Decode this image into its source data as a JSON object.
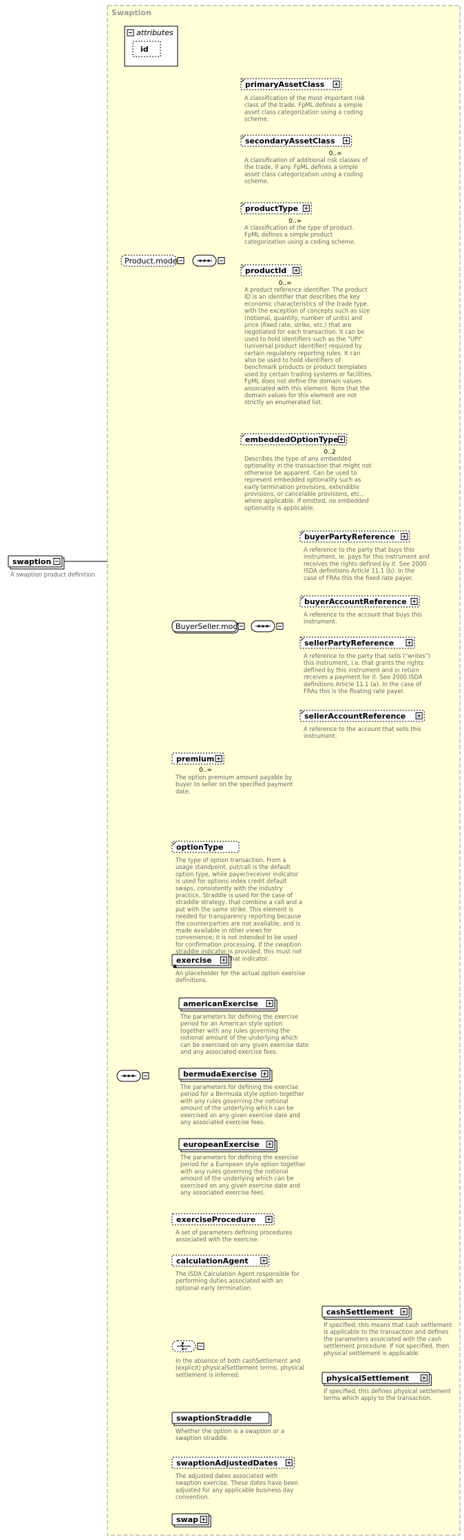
{
  "group_title": "Swaption",
  "root": {
    "name": "swaption",
    "doc": [
      "A swaption product definition."
    ]
  },
  "attributes": {
    "title": "attributes",
    "items": [
      "id"
    ]
  },
  "product_model": {
    "name": "Product.model",
    "elements": [
      {
        "name": "primaryAssetClass",
        "card": "",
        "doc": [
          "A classification of the most important risk",
          "class of the trade. FpML defines a simple",
          "asset class categorization using a coding",
          "scheme."
        ]
      },
      {
        "name": "secondaryAssetClass",
        "card": "0..∞",
        "doc": [
          "A classification of additional risk classes of",
          "the trade, if any. FpML defines a simple",
          "asset class categorization using a coding",
          "scheme."
        ]
      },
      {
        "name": "productType",
        "card": "0..∞",
        "doc": [
          "A classification of the type of product.",
          "FpML defines a simple product",
          "categorization using a coding scheme."
        ]
      },
      {
        "name": "productId",
        "card": "0..∞",
        "doc": [
          "A product reference identifier. The product",
          "ID is an identifier that describes the key",
          "economic characteristics of the trade type,",
          "with the exception of concepts such as size",
          "(notional, quantity, number of units) and",
          "price (fixed rate, strike, etc.) that are",
          "negotiated for each transaction. It can be",
          "used to hold identifiers such as the \"UPI\"",
          "(universal product identifier) required by",
          "certain regulatory reporting rules. It can",
          "also be used to hold identifiers of",
          "benchmark products or product templates",
          "used by certain trading systems or facilities.",
          "FpML does not define the domain values",
          "associated with this element. Note that the",
          "domain values for this element are not",
          "strictly an enumerated list."
        ]
      },
      {
        "name": "embeddedOptionType",
        "card": "0..2",
        "doc": [
          "Describes the type of any embedded",
          "optionality in the transaction that might not",
          "otherwise be apparent. Can be used to",
          "represent embedded optionality such as",
          "early termination provisions, extendible",
          "provisions, or cancelable provisions, etc.,",
          "where applicable. If omitted, no embedded",
          "optionality is applicable."
        ]
      }
    ]
  },
  "buyer_seller_model": {
    "name": "BuyerSeller.model",
    "elements": [
      {
        "name": "buyerPartyReference",
        "doc": [
          "A reference to the party that buys this",
          "instrument, ie. pays for this instrument and",
          "receives the rights defined by it. See 2000",
          "ISDA definitions Article 11.1 (b). In the",
          "case of FRAs this the fixed rate payer."
        ]
      },
      {
        "name": "buyerAccountReference",
        "doc": [
          "A reference to the account that buys this",
          "instrument."
        ]
      },
      {
        "name": "sellerPartyReference",
        "doc": [
          "A reference to the party that sells (\"writes\")",
          "this instrument, i.e. that grants the rights",
          "defined by this instrument and in return",
          "receives a payment for it. See 2000 ISDA",
          "definitions Article 11.1 (a). In the case of",
          "FRAs this is the floating rate payer."
        ]
      },
      {
        "name": "sellerAccountReference",
        "doc": [
          "A reference to the account that sells this",
          "instrument."
        ]
      }
    ]
  },
  "premium": {
    "name": "premium",
    "card": "0..∞",
    "doc": [
      "The option premium amount payable by",
      "buyer to seller on the specified payment",
      "date."
    ]
  },
  "option_type": {
    "name": "optionType",
    "doc": [
      "The type of option transaction. From a",
      "usage standpoint, put/call is the default",
      "option type, while payer/receiver indicator",
      "is used for options index credit default",
      "swaps, consistently with the industry",
      "practice. Straddle is used for the case of",
      "straddle strategy, that combine a call and a",
      "put with the same strike. This element is",
      "needed for transparency reporting because",
      "the counterparties are not available, and is",
      "made available in other views for",
      "convenience; it is not intended to be used",
      "for confirmation processing. If the swaption",
      "straddle indicator is provided, this must not",
      "be in conflict with that indicator."
    ]
  },
  "exercise": {
    "name": "exercise",
    "doc": [
      "An placeholder for the actual option exercise",
      "definitions."
    ],
    "substitutes": [
      {
        "name": "americanExercise",
        "doc": [
          "The parameters for defining the exercise",
          "period for an American style option",
          "together with any rules governing the",
          "notional amount of the underlying which",
          "can be exercised on any given exercise date",
          "and any associated exercise fees."
        ]
      },
      {
        "name": "bermudaExercise",
        "doc": [
          "The parameters for defining the exercise",
          "period for a Bermuda style option together",
          "with any rules governing the notional",
          "amount of the underlying which can be",
          "exercised on any given exercise date and",
          "any associated exercise fees."
        ]
      },
      {
        "name": "europeanExercise",
        "doc": [
          "The parameters for defining the exercise",
          "period for a European style option together",
          "with any rules governing the notional",
          "amount of the underlying which can be",
          "exercised on any given exercise date and",
          "any associated exercise fees."
        ]
      }
    ]
  },
  "exercise_procedure": {
    "name": "exerciseProcedure",
    "doc": [
      "A set of parameters defining procedures",
      "associated with the exercise."
    ]
  },
  "calculation_agent": {
    "name": "calculationAgent",
    "doc": [
      "The ISDA Calculation Agent responsible for",
      "performing duties associated with an",
      "optional early termination."
    ]
  },
  "settlement_choice": {
    "doc": [
      "In the absence of both cashSettlement and",
      "(explicit) physicalSettlement terms, physical",
      "settlement is inferred."
    ],
    "elements": [
      {
        "name": "cashSettlement",
        "doc": [
          "If specified, this means that cash settlement",
          "is applicable to the transaction and defines",
          "the parameters associated with the cash",
          "settlement procedure. If not specified, then",
          "physical settlement is applicable."
        ]
      },
      {
        "name": "physicalSettlement",
        "doc": [
          "If specified, this defines physical settlement",
          "terms which apply to the transaction."
        ]
      }
    ]
  },
  "swaption_straddle": {
    "name": "swaptionStraddle",
    "doc": [
      "Whether the option is a swaption or a",
      "swaption straddle."
    ]
  },
  "swaption_adjusted_dates": {
    "name": "swaptionAdjustedDates",
    "doc": [
      "The adjusted dates associated with",
      "swaption exercise. These dates have been",
      "adjusted for any applicable business day",
      "convention."
    ]
  },
  "swap": {
    "name": "swap"
  },
  "colors": {
    "panel": "#ffffd8",
    "panel_border": "#9a9a9a",
    "line": "#000000",
    "doc_text": "#666666"
  }
}
